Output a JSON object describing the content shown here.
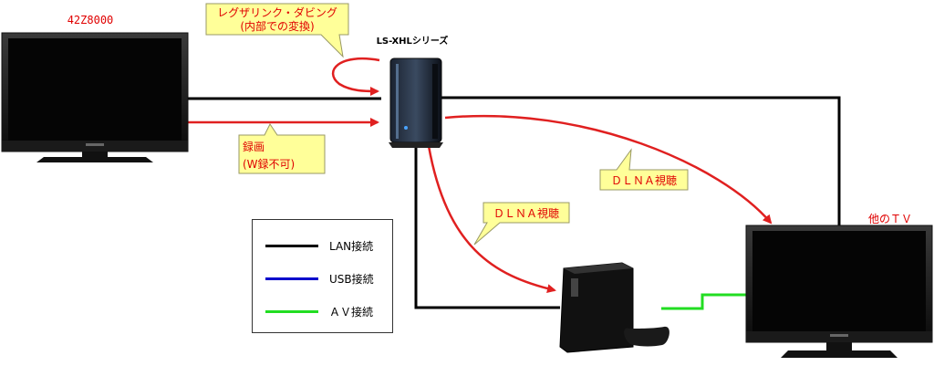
{
  "devices": {
    "tv_main_label": "42Z8000",
    "nas_label": "LS-XHLシリーズ",
    "tv_other_label": "他のＴＶ"
  },
  "callouts": {
    "legacy_dubbing_line1": "レグザリンク・ダビング",
    "legacy_dubbing_line2": "(内部での変換)",
    "recording_line1": "録画",
    "recording_line2": "(W録不可)",
    "dlna_ps3": "ＤＬＮＡ視聴",
    "dlna_tv": "ＤＬＮＡ視聴"
  },
  "legend": {
    "lan_label": "LAN接続",
    "usb_label": "USB接続",
    "av_label": "ＡＶ接続",
    "lan_color": "#000000",
    "usb_color": "#0000cc",
    "av_color": "#22dd22"
  },
  "colors": {
    "arrow_red": "#e02020",
    "callout_fill": "#ffff99",
    "label_red": "#e00000"
  }
}
